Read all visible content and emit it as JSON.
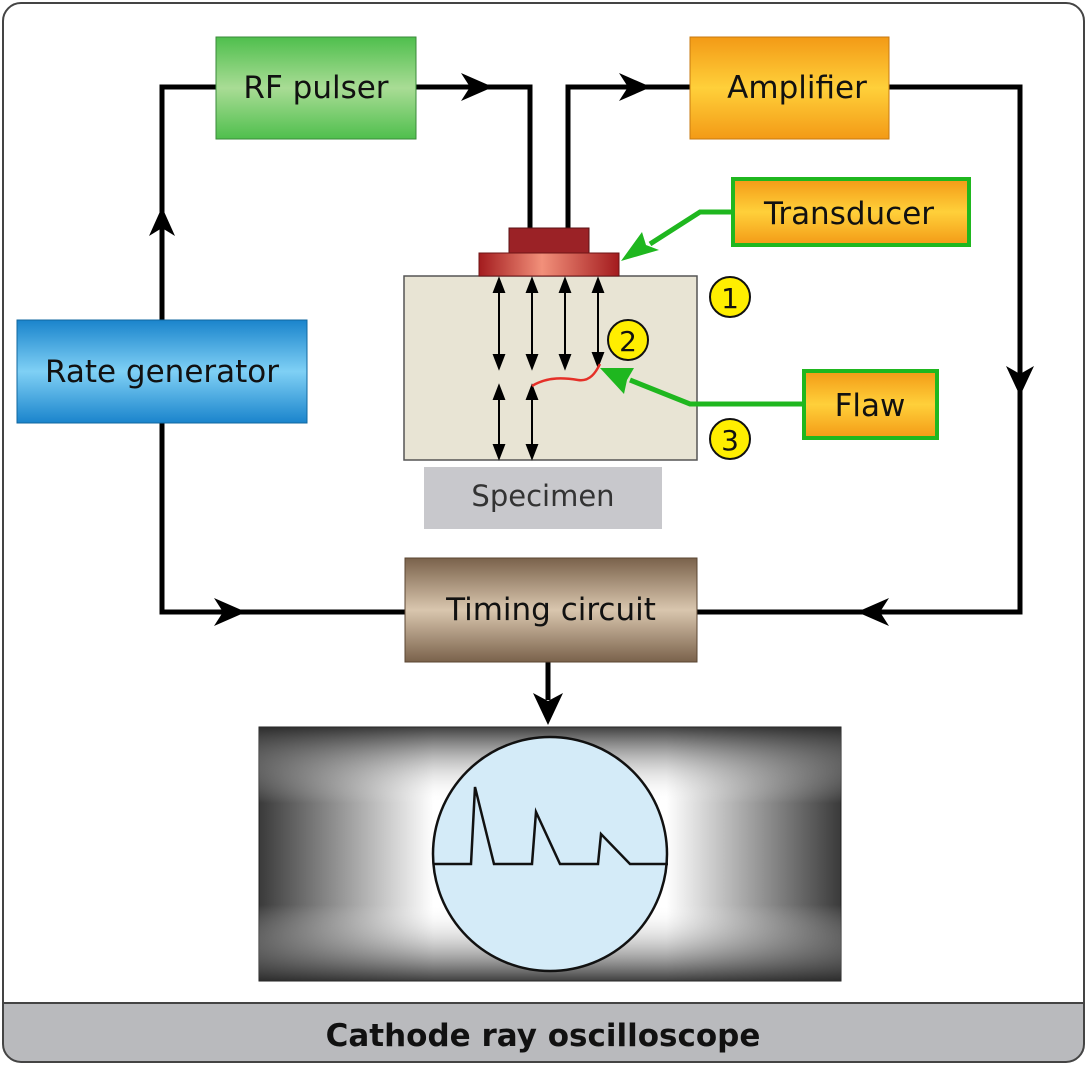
{
  "blocks": {
    "rf_pulser": "RF pulser",
    "amplifier": "Amplifier",
    "transducer": "Transducer",
    "rate_generator": "Rate generator",
    "flaw": "Flaw",
    "specimen": "Specimen",
    "timing_circuit": "Timing circuit"
  },
  "markers": [
    "1",
    "2",
    "3"
  ],
  "footer": {
    "title": "Cathode ray oscilloscope"
  },
  "colors": {
    "rf_pulser": "#5cc15a",
    "amplifier": "#f5a623",
    "callout_border": "#1fb71f",
    "rate_generator": "#1c8fd6",
    "timing_circuit": "#8a735c",
    "specimen_body": "#e8e4d4",
    "specimen_label_bg": "#c8c8cc",
    "marker_fill": "#ffee00",
    "screen": "#d4ebf8",
    "footer_bg": "#b9babd",
    "flaw": "#e53028",
    "transducer": "#c0282a"
  }
}
